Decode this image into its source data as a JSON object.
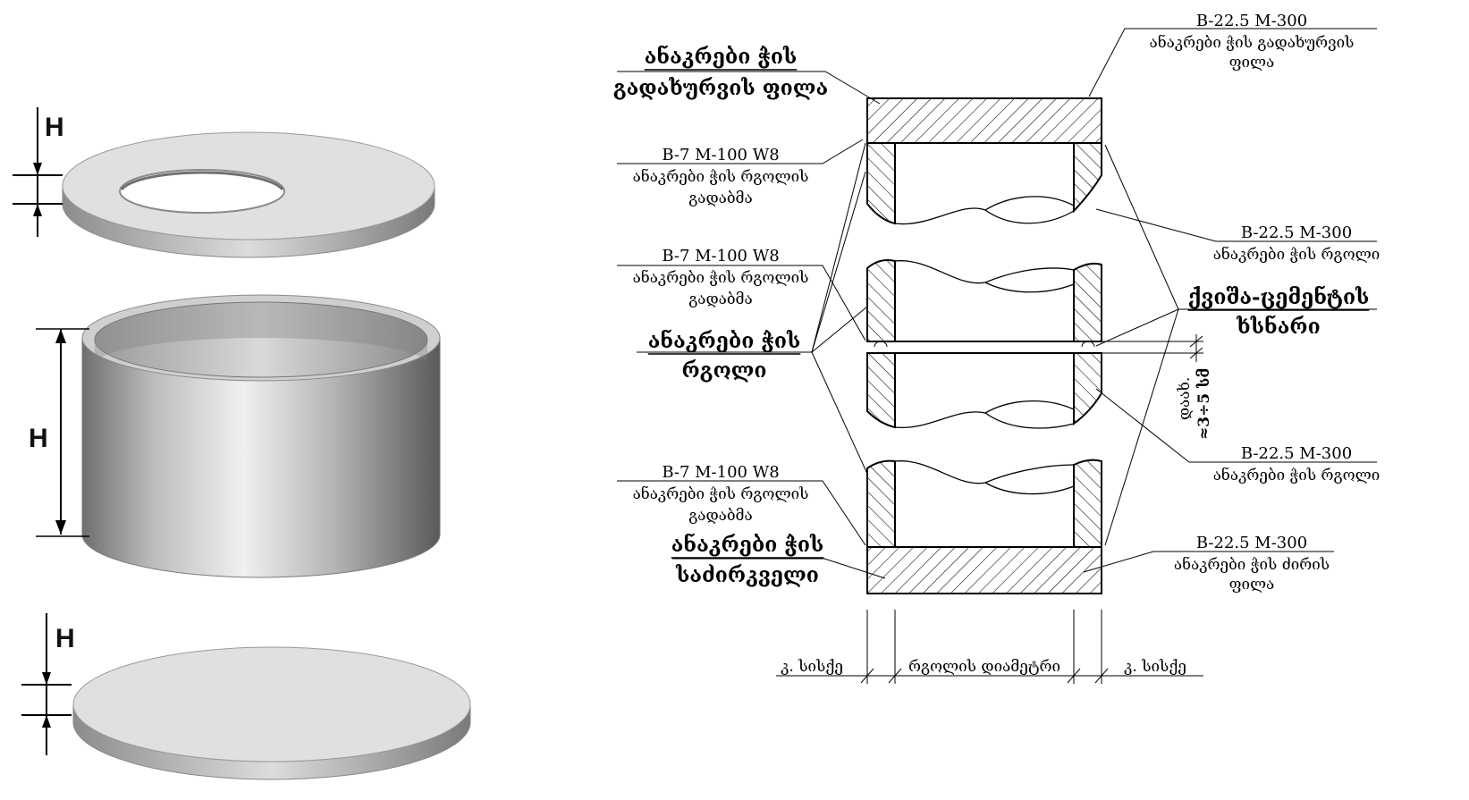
{
  "iso": {
    "dimension_label": "H"
  },
  "labels": {
    "cover_title_1": "ანაკრები ჭის",
    "cover_title_2": "გადახურვის ფილა",
    "ring_title_1": "ანაკრები ჭის",
    "ring_title_2": "რგოლი",
    "base_title_1": "ანაკრები ჭის",
    "base_title_2": "საძირკველი",
    "mortar_1": "ქვიშა-ცემენტის",
    "mortar_2": "ხსნარი",
    "joint_1": {
      "spec": "B-7 M-100 W8",
      "line1": "ანაკრები ჭის რგოლის",
      "line2": "გადაბმა"
    },
    "joint_2": {
      "spec": "B-7 M-100 W8",
      "line1": "ანაკრები ჭის რგოლის",
      "line2": "გადაბმა"
    },
    "joint_3": {
      "spec": "B-7 M-100 W8",
      "line1": "ანაკრები ჭის რგოლის",
      "line2": "გადაბმა"
    },
    "top_slab": {
      "spec": "B-22.5 M-300",
      "line1": "ანაკრები ჭის გადახურვის",
      "line2": "ფილა"
    },
    "ring_a": {
      "spec": "B-22.5 M-300",
      "line1": "ანაკრები ჭის რგოლი"
    },
    "ring_b": {
      "spec": "B-22.5 M-300",
      "line1": "ანაკრები ჭის რგოლი"
    },
    "bottom_slab": {
      "spec": "B-22.5 M-300",
      "line1": "ანაკრები ჭის ძირის",
      "line2": "ფილა"
    },
    "gap_1": "დაახ.",
    "gap_2": "≈3÷5 სმ",
    "dim_wall_left": "კ. სისქე",
    "dim_diameter": "რგოლის დიამეტრი",
    "dim_wall_right": "კ. სისქე"
  }
}
